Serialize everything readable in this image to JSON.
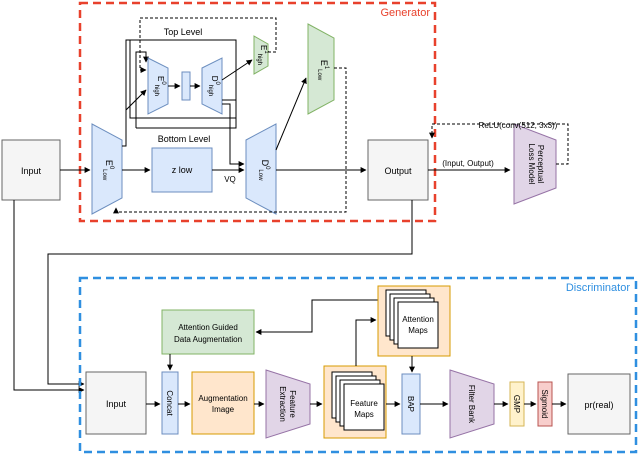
{
  "generator": {
    "title": "Generator",
    "top_level": "Top Level",
    "bottom_level": "Bottom Level",
    "e0_high": [
      "E",
      "0",
      "high"
    ],
    "d0_high": [
      "D",
      "0",
      "high"
    ],
    "e1_high": [
      "E",
      "1",
      "high"
    ],
    "e0_low": [
      "E",
      "0",
      "Low"
    ],
    "d0_low": [
      "D",
      "0",
      "Low"
    ],
    "e1_low": [
      "E",
      "1",
      "Low"
    ],
    "z_low": "z low",
    "vq": "VQ"
  },
  "main": {
    "input": "Input",
    "output": "Output",
    "input_output": "(Input, Output)",
    "relu": "ReLU(conv(512, 3x3))",
    "perceptual_loss": [
      "Perceptual",
      "Loss Model"
    ]
  },
  "discriminator": {
    "title": "Discriminator",
    "input": "Input",
    "attention_guided": [
      "Attention Guided",
      "Data Augmentation"
    ],
    "concat": "Concat",
    "augmentation_image": [
      "Augmentation",
      "Image"
    ],
    "feature_extraction": [
      "Feature",
      "Extraction"
    ],
    "feature_maps": [
      "Feature",
      "Maps"
    ],
    "attention_maps": [
      "Attention",
      "Maps"
    ],
    "bap": "BAP",
    "filter_bank": "Filter Bank",
    "gmp": "GMP",
    "sigmoid": "Sigmoid",
    "pr_real": "pr(real)"
  },
  "colors": {
    "generator_border": "#e8412c",
    "discriminator_border": "#2f8fe0",
    "blue_fill": "#dae8fc",
    "blue_stroke": "#6c8ebf",
    "green_fill": "#d5e8d4",
    "green_stroke": "#82b366",
    "orange_fill": "#ffe6cc",
    "orange_stroke": "#d79b00",
    "purple_fill": "#e1d5e7",
    "purple_stroke": "#9673a6",
    "yellow_fill": "#fff2cc",
    "yellow_stroke": "#d6b656",
    "red_fill": "#f8cecc",
    "red_stroke": "#b85450",
    "gray_fill": "#f5f5f5",
    "gray_stroke": "#666666"
  }
}
